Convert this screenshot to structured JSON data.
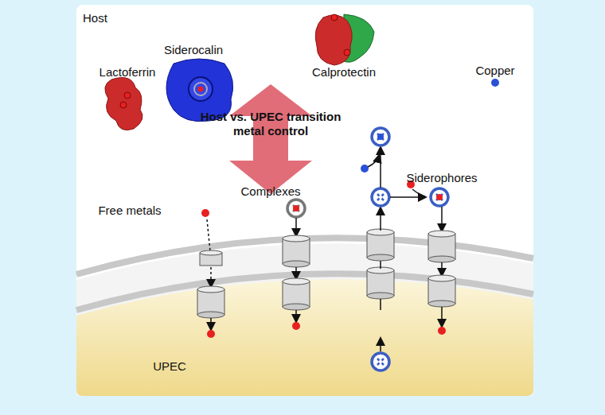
{
  "diagram": {
    "nodes": [
      {
        "text": [
          "Host vs. UPEC transition metal control"
        ]
      }
    ],
    "labels": [
      "Host",
      "Siderocalin",
      "Lactoferrin",
      "Calprotectin",
      "Copper",
      "Complexes",
      "Siderophores",
      "Free metals",
      "UPEC"
    ]
  }
}
